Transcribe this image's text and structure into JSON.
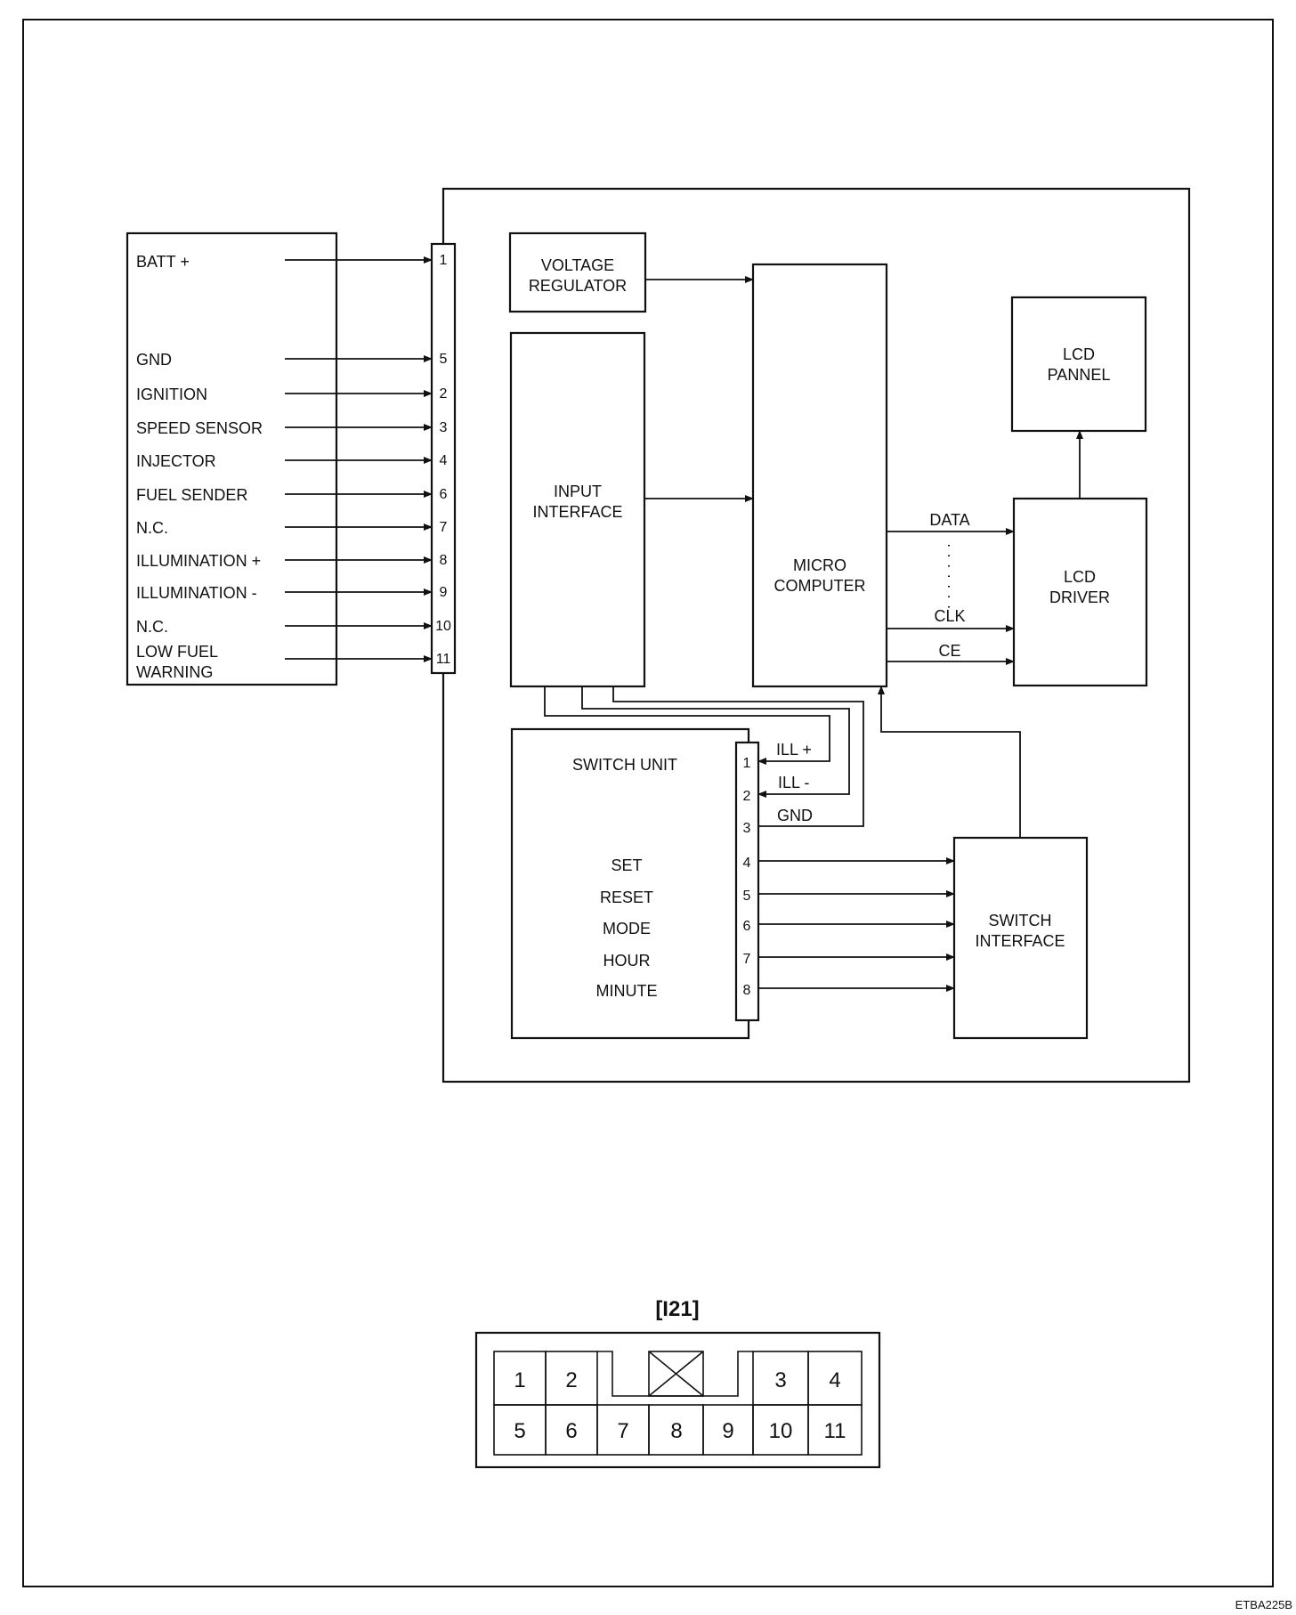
{
  "left_connector": {
    "signals": [
      {
        "label": "BATT +",
        "pin": "1"
      },
      {
        "label": "GND",
        "pin": "5"
      },
      {
        "label": "IGNITION",
        "pin": "2"
      },
      {
        "label": "SPEED SENSOR",
        "pin": "3"
      },
      {
        "label": "INJECTOR",
        "pin": "4"
      },
      {
        "label": "FUEL SENDER",
        "pin": "6"
      },
      {
        "label": "N.C.",
        "pin": "7"
      },
      {
        "label": "ILLUMINATION +",
        "pin": "8"
      },
      {
        "label": "ILLUMINATION -",
        "pin": "9"
      },
      {
        "label": "N.C.",
        "pin": "10"
      },
      {
        "label": "LOW FUEL",
        "pin": "11",
        "label_line2": "WARNING"
      }
    ]
  },
  "blocks": {
    "voltage_regulator": [
      "VOLTAGE",
      "REGULATOR"
    ],
    "input_interface": [
      "INPUT",
      "INTERFACE"
    ],
    "micro_computer": [
      "MICRO",
      "COMPUTER"
    ],
    "lcd_pannel": [
      "LCD",
      "PANNEL"
    ],
    "lcd_driver": [
      "LCD",
      "DRIVER"
    ],
    "switch_interface": [
      "SWITCH",
      "INTERFACE"
    ],
    "switch_unit": "SWITCH UNIT"
  },
  "bus_labels": {
    "data": "DATA",
    "clk": "CLK",
    "ce": "CE"
  },
  "switch_unit": {
    "pins": [
      "1",
      "2",
      "3",
      "4",
      "5",
      "6",
      "7",
      "8"
    ],
    "power_labels": [
      "ILL +",
      "ILL -",
      "GND"
    ],
    "buttons": [
      "SET",
      "RESET",
      "MODE",
      "HOUR",
      "MINUTE"
    ]
  },
  "connector_face": {
    "title": "[I21]",
    "top_row": [
      "1",
      "2",
      "3",
      "4"
    ],
    "bottom_row": [
      "5",
      "6",
      "7",
      "8",
      "9",
      "10",
      "11"
    ]
  },
  "figure_code": "ETBA225B"
}
